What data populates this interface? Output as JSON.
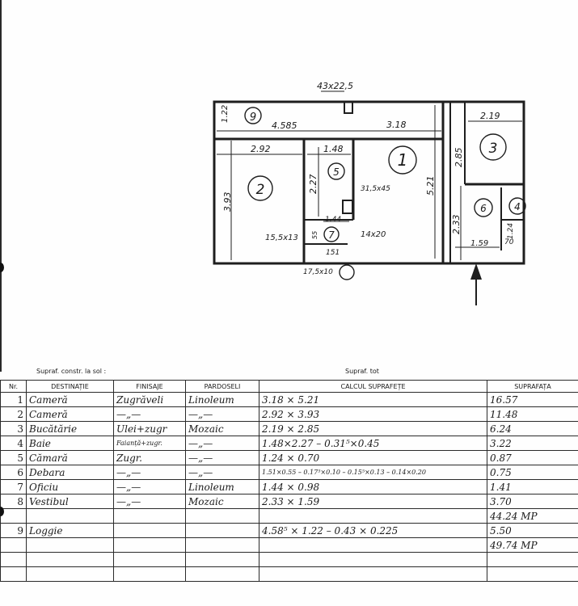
{
  "plan": {
    "dimensions": {
      "notch": "43x22,5",
      "loggia_depth": "1.22",
      "loggia_length": "4.585",
      "room1_width": "3.18",
      "room3_width": "2.19",
      "room2_width": "2.92",
      "room4_width": "1.48",
      "room2_depth": "3.93",
      "room4_depth": "2.27",
      "notch4": "31,5x45",
      "room1_depth": "5.21",
      "room3_depth": "2.85",
      "oficiu_width": "1.44",
      "stub_left": "15,5x13",
      "stub_right": "14x20",
      "debara_depth": "55",
      "debara_width": "151",
      "debara_note": "17,5x10",
      "hall_depth": "2.33",
      "hall_width": "1.59",
      "camara_depth": "1.24",
      "camara_width": "70"
    },
    "room_numbers": [
      "1",
      "2",
      "3",
      "4",
      "5",
      "6",
      "7",
      "9"
    ]
  },
  "table": {
    "label_constr": "Supraf. constr. la sol :",
    "label_utila": "Supraf. tot",
    "headers": [
      "Nr.",
      "DESTINAȚIE",
      "FINISAJE",
      "PARDOSELI",
      "CALCUL SUPRAFEȚE",
      "SUPRAFAȚA"
    ],
    "rows": [
      {
        "nr": "1",
        "destinatie": "Cameră",
        "finisaje": "Zugrăveli",
        "pardoseli": "Linoleum",
        "calcul": "3.18 × 5.21",
        "suprafata": "16.57"
      },
      {
        "nr": "2",
        "destinatie": "Cameră",
        "finisaje": "—„—",
        "pardoseli": "—„—",
        "calcul": "2.92 × 3.93",
        "suprafata": "11.48"
      },
      {
        "nr": "3",
        "destinatie": "Bucătărie",
        "finisaje": "Ulei+zugr",
        "pardoseli": "Mozaic",
        "calcul": "2.19 × 2.85",
        "suprafata": "6.24"
      },
      {
        "nr": "4",
        "destinatie": "Baie",
        "finisaje": "Faianță+zugr.",
        "pardoseli": "—„—",
        "calcul": "1.48×2.27 – 0.31⁵×0.45",
        "suprafata": "3.22"
      },
      {
        "nr": "5",
        "destinatie": "Cămară",
        "finisaje": "Zugr.",
        "pardoseli": "—„—",
        "calcul": "1.24 × 0.70",
        "suprafata": "0.87"
      },
      {
        "nr": "6",
        "destinatie": "Debara",
        "finisaje": "—„—",
        "pardoseli": "—„—",
        "calcul": "1.51×0.55 – 0.17⁵×0.10 – 0.15⁵×0.13 – 0.14×0.20",
        "suprafata": "0.75"
      },
      {
        "nr": "7",
        "destinatie": "Oficiu",
        "finisaje": "—„—",
        "pardoseli": "Linoleum",
        "calcul": "1.44 × 0.98",
        "suprafata": "1.41"
      },
      {
        "nr": "8",
        "destinatie": "Vestibul",
        "finisaje": "—„—",
        "pardoseli": "Mozaic",
        "calcul": "2.33 × 1.59",
        "suprafata": "3.70"
      },
      {
        "nr": "",
        "destinatie": "",
        "finisaje": "",
        "pardoseli": "",
        "calcul": "",
        "suprafata": "44.24 MP"
      },
      {
        "nr": "9",
        "destinatie": "Loggie",
        "finisaje": "",
        "pardoseli": "",
        "calcul": "4.58⁵ × 1.22 – 0.43 × 0.225",
        "suprafata": "5.50"
      },
      {
        "nr": "",
        "destinatie": "",
        "finisaje": "",
        "pardoseli": "",
        "calcul": "",
        "suprafata": "49.74 MP"
      },
      {
        "nr": "",
        "destinatie": "",
        "finisaje": "",
        "pardoseli": "",
        "calcul": "",
        "suprafata": ""
      },
      {
        "nr": "",
        "destinatie": "",
        "finisaje": "",
        "pardoseli": "",
        "calcul": "",
        "suprafata": ""
      }
    ]
  }
}
